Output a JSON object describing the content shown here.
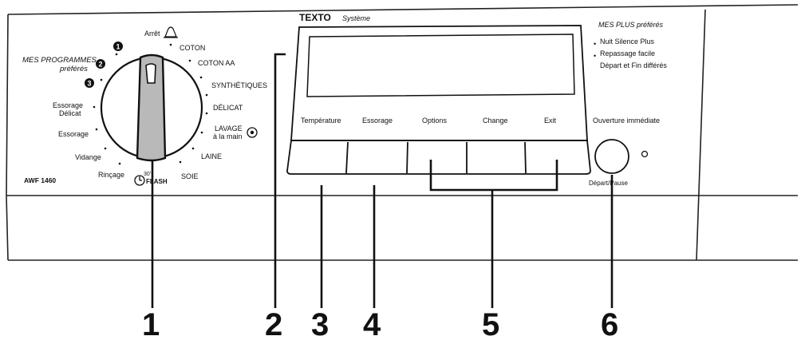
{
  "header": {
    "brand": "TEXTO",
    "brand_sub": "Système"
  },
  "dial": {
    "programmes_line1": "MES PROGRAMMES",
    "programmes_line2": "préférés",
    "fav_1": "1",
    "fav_2": "2",
    "fav_3": "3",
    "arret": "Arrêt",
    "coton": "COTON",
    "coton_aa": "COTON AA",
    "synthetiques": "SYNTHÉTIQUES",
    "delicat": "DÉLICAT",
    "lavage_line1": "LAVAGE",
    "lavage_line2": "à la main",
    "laine": "LAINE",
    "soie": "SOIE",
    "flash_30": "30'",
    "flash": "FLASH",
    "rincage": "Rinçage",
    "vidange": "Vidange",
    "essorage": "Essorage",
    "essorage_delicat_line1": "Essorage",
    "essorage_delicat_line2": "Délicat",
    "model": "AWF 1460"
  },
  "display": {
    "buttons": [
      "Température",
      "Essorage",
      "Options",
      "Change",
      "Exit"
    ]
  },
  "mes_plus": {
    "title": "MES PLUS préférés",
    "items": [
      "Nuit Silence Plus",
      "Repassage facile",
      "Départ et Fin différés"
    ]
  },
  "controls": {
    "ouverture": "Ouverture immédiate",
    "depart_pause": "Départ/Pause"
  },
  "callouts": [
    "1",
    "2",
    "3",
    "4",
    "5",
    "6"
  ]
}
